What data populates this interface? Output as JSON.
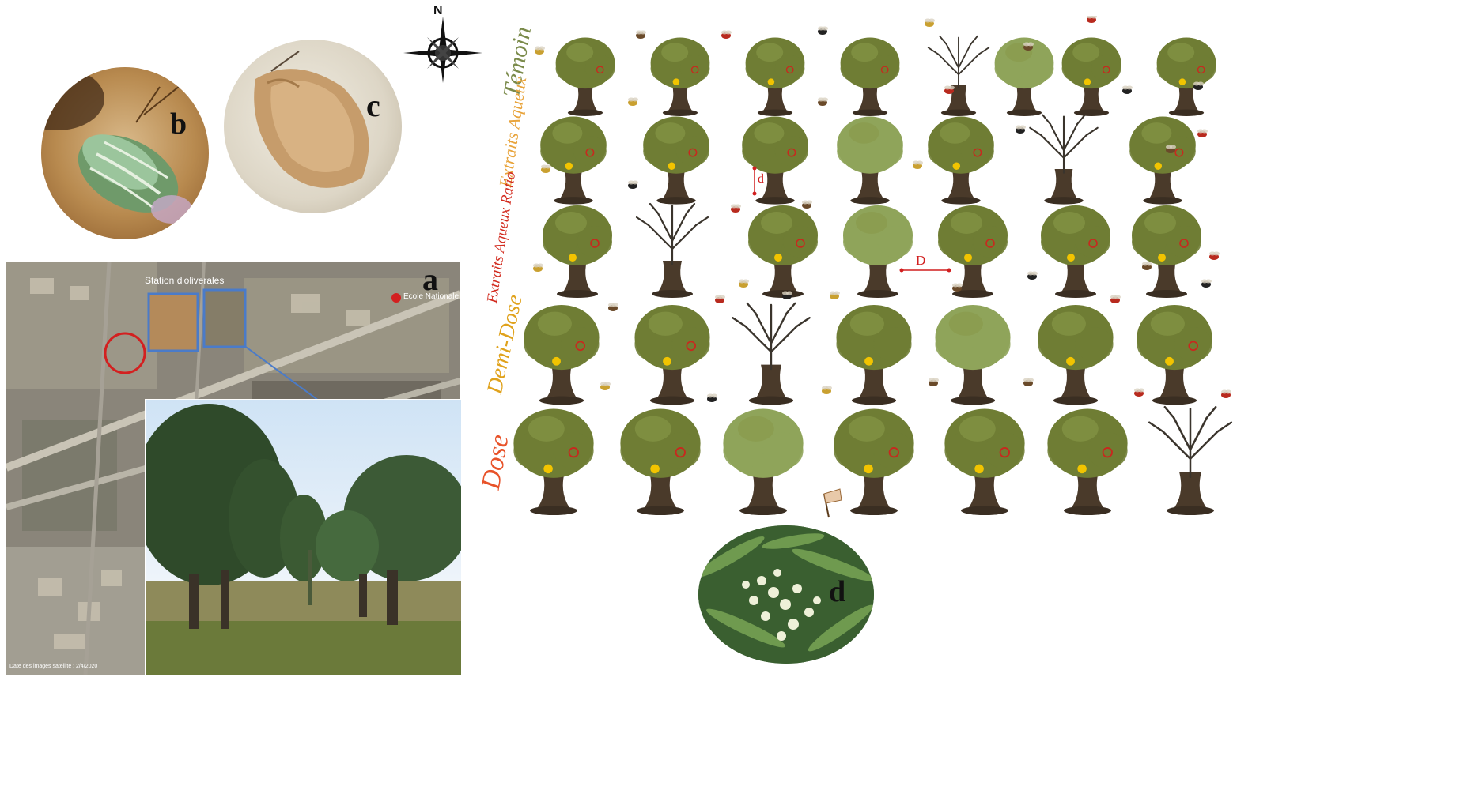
{
  "panels": {
    "a": {
      "letter": "a",
      "map_label_station": "Station d'oliverales",
      "map_label_school": "Ecole Nationale",
      "map_credit": "Date des images satellite : 2/4/2020"
    },
    "b": {
      "letter": "b"
    },
    "c": {
      "letter": "c"
    },
    "d": {
      "letter": "d"
    }
  },
  "compass": {
    "north": "N"
  },
  "rows": [
    {
      "label": "Témoin",
      "color": "#7a8a4a",
      "trees": [
        "healthy-ring",
        "healthy-both",
        "healthy-both",
        "healthy-ring",
        "bare",
        "light",
        "healthy-both",
        "healthy-both"
      ]
    },
    {
      "label": "Extraits Aqueux",
      "color": "#e8a33a",
      "trees": [
        "healthy-both",
        "healthy-both",
        "healthy-ring",
        "light",
        "healthy-both",
        "bare",
        "healthy-both"
      ]
    },
    {
      "label": "Extraits Aqueux Ratio",
      "color": "#d22a1e",
      "trees": [
        "healthy-both",
        "bare",
        "healthy-both",
        "light",
        "healthy-both",
        "healthy-both",
        "healthy-both"
      ]
    },
    {
      "label": "Demi-Dose",
      "color": "#e0a21c",
      "trees": [
        "healthy-both",
        "healthy-both",
        "bare",
        "healthy-dot",
        "light",
        "healthy-dot",
        "healthy-both"
      ]
    },
    {
      "label": "Dose",
      "color": "#e8532a",
      "trees": [
        "healthy-both",
        "healthy-both",
        "light",
        "healthy-both",
        "healthy-both",
        "healthy-both",
        "bare"
      ]
    }
  ],
  "spacing": {
    "within_row": "d",
    "between_rows": "D"
  },
  "colors": {
    "foliage": "#6f7d34",
    "foliage_light": "#8fa45a",
    "trunk": "#4a3a2a",
    "marker_dot": "#f2c400",
    "marker_ring": "#c8281e",
    "spacing_arrow": "#d11f1f"
  }
}
